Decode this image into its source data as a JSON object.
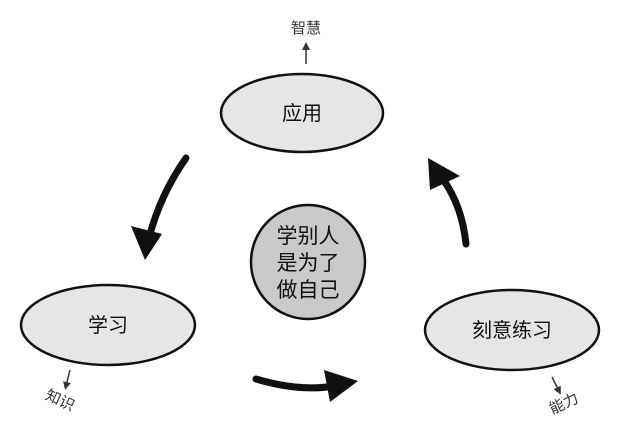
{
  "nodes": {
    "apply": "应用",
    "learn": "学习",
    "practice": "刻意练习"
  },
  "center": {
    "line1": "学别人",
    "line2": "是为了",
    "line3": "做自己"
  },
  "outputs": {
    "wisdom": "智慧",
    "knowledge": "知识",
    "ability": "能力"
  },
  "colors": {
    "node_fill": "#e6e6e6",
    "center_fill": "#c9c9c9",
    "stroke": "#111111"
  }
}
